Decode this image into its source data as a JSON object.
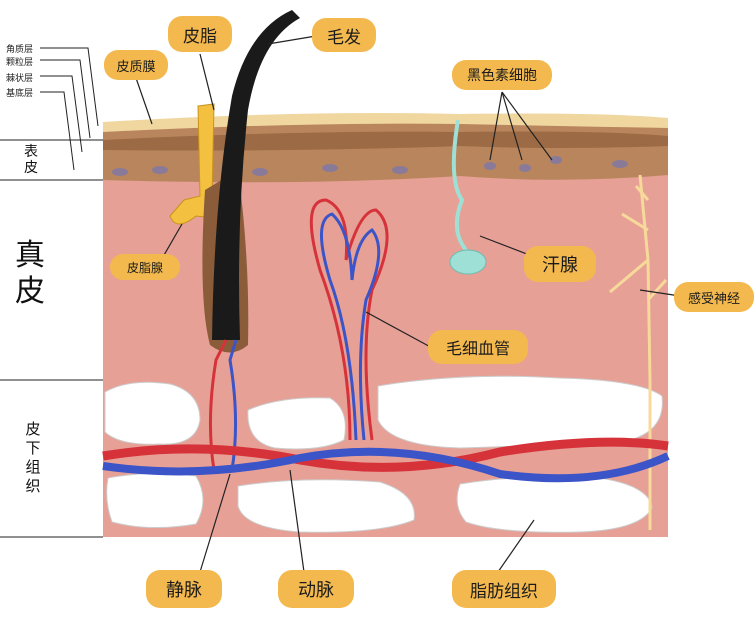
{
  "diagram": {
    "layer_labels": {
      "stratum_corneum": "角质层",
      "stratum_granulosum": "颗粒层",
      "stratum_spinosum": "棘状层",
      "stratum_basale": "基底层"
    },
    "side_labels": {
      "epidermis": "表皮",
      "dermis": "真皮",
      "hypodermis": "皮下组织"
    },
    "callouts": {
      "sebum": "皮脂",
      "hair": "毛发",
      "sebum_film": "皮质膜",
      "melanocyte": "黑色素细胞",
      "sebaceous_gland": "皮脂腺",
      "sweat_gland": "汗腺",
      "sensory_nerve": "感受神经",
      "capillary": "毛细血管",
      "vein": "静脉",
      "artery": "动脉",
      "adipose_tissue": "脂肪组织"
    },
    "colors": {
      "dermis": "#e6a096",
      "epidermis": "#b9855c",
      "surface": "#f0d7a0",
      "artery": "#d6323a",
      "vein": "#3b54c7",
      "sebum": "#f4c03f",
      "hair": "#1a1a1a",
      "sweat_gland": "#9fe0d6",
      "nerve": "#f7d99a",
      "fat": "#ffffff",
      "tag": "#f4b94e"
    }
  }
}
